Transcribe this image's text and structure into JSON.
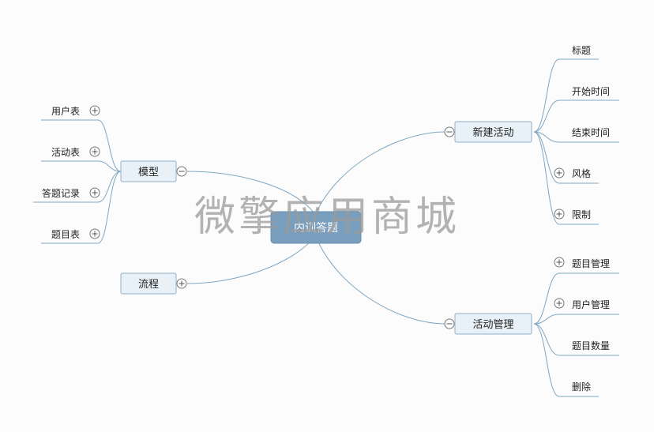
{
  "center": {
    "label": "内训答题"
  },
  "watermark": "微擎应用商城",
  "left": [
    {
      "label": "模型",
      "children": [
        "用户表",
        "活动表",
        "答题记录",
        "题目表"
      ]
    },
    {
      "label": "流程",
      "children": []
    }
  ],
  "right": [
    {
      "label": "新建活动",
      "children": [
        {
          "label": "标题",
          "expandable": false
        },
        {
          "label": "开始时间",
          "expandable": false
        },
        {
          "label": "结束时间",
          "expandable": false
        },
        {
          "label": "风格",
          "expandable": true
        },
        {
          "label": "限制",
          "expandable": true
        }
      ]
    },
    {
      "label": "活动管理",
      "children": [
        {
          "label": "题目管理",
          "expandable": true
        },
        {
          "label": "用户管理",
          "expandable": true
        },
        {
          "label": "题目数量",
          "expandable": false
        },
        {
          "label": "删除",
          "expandable": false
        }
      ]
    }
  ]
}
